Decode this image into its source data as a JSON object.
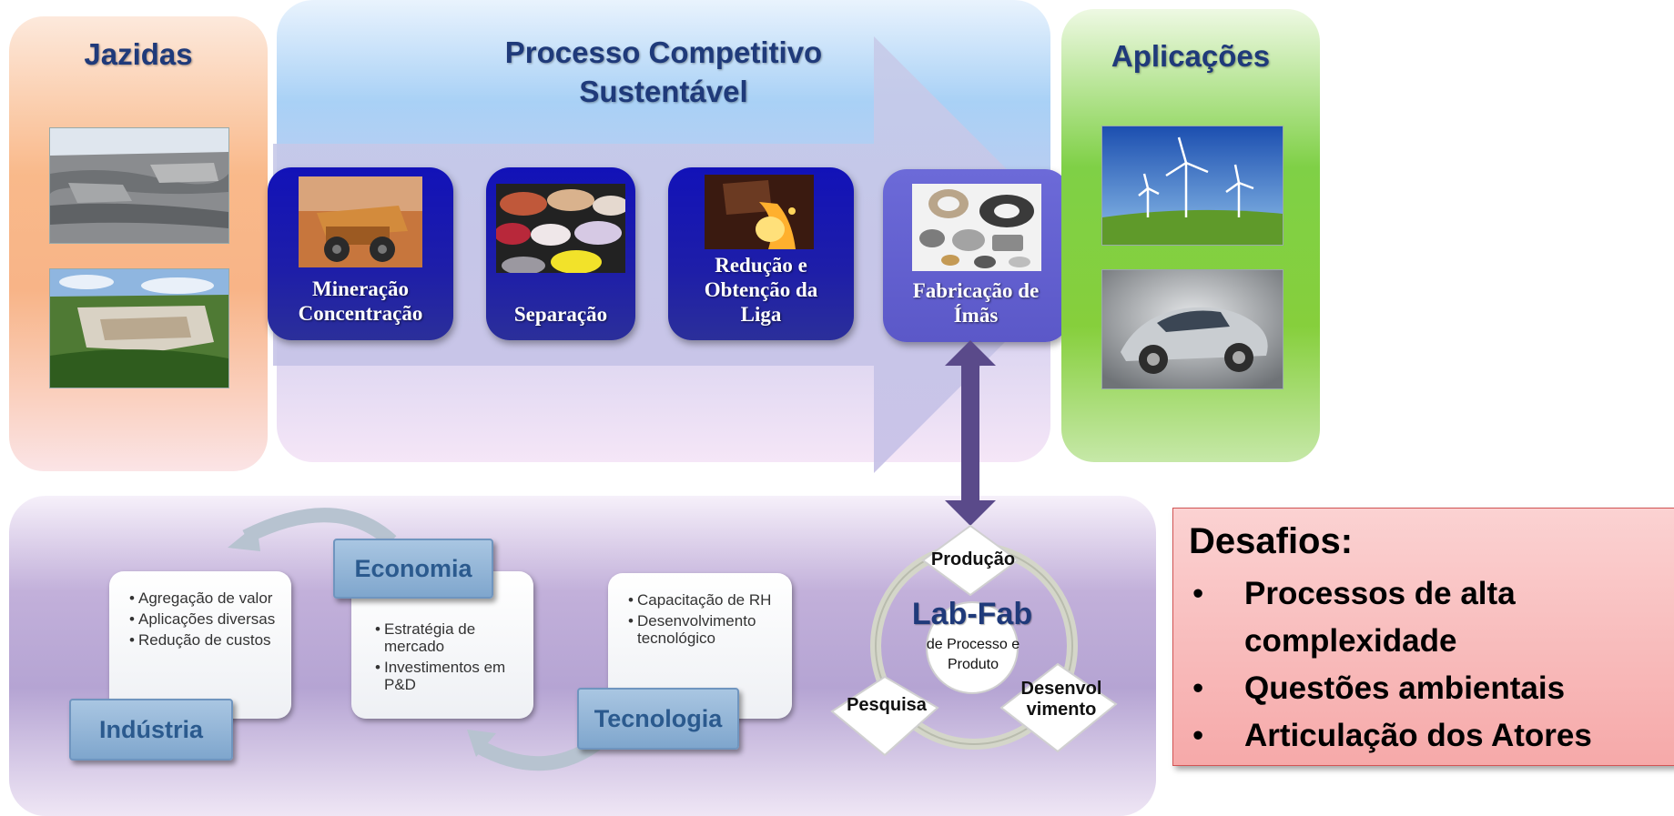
{
  "jazidas": {
    "title": "Jazidas"
  },
  "processo": {
    "title_line1": "Processo Competitivo",
    "title_line2": "Sustentável"
  },
  "aplicacoes": {
    "title": "Aplicações"
  },
  "steps": [
    {
      "line1": "Mineração",
      "line2": "Concentração"
    },
    {
      "line1": "Separação",
      "line2": ""
    },
    {
      "line1": "Redução e",
      "line2": "Obtenção da",
      "line3": "Liga"
    },
    {
      "line1": "Fabricação de",
      "line2": "Ímãs"
    }
  ],
  "cycle": {
    "industria": {
      "label": "Indústria",
      "bullets": [
        "Agregação de valor",
        "Aplicações diversas",
        "Redução de custos"
      ]
    },
    "economia": {
      "label": "Economia",
      "bullets": [
        "Estratégia de mercado",
        "Investimentos em P&D"
      ]
    },
    "tecnologia": {
      "label": "Tecnologia",
      "bullets": [
        "Capacitação de RH",
        "Desenvolvimento tecnológico"
      ]
    }
  },
  "labfab": {
    "title": "Lab-Fab",
    "subtitle_line1": "de Processo e",
    "subtitle_line2": "Produto",
    "producao": "Produção",
    "pesquisa": "Pesquisa",
    "desenvol_line1": "Desenvol",
    "desenvol_line2": "vimento"
  },
  "desafios": {
    "title": "Desafios:",
    "items": [
      "Processos de alta complexidade",
      "Questões ambientais",
      "Articulação dos Atores"
    ]
  },
  "colors": {
    "title_blue": "#1f3a7a",
    "process_blue": "#1e1ea8",
    "arrow_purple": "#5a4a8a"
  }
}
